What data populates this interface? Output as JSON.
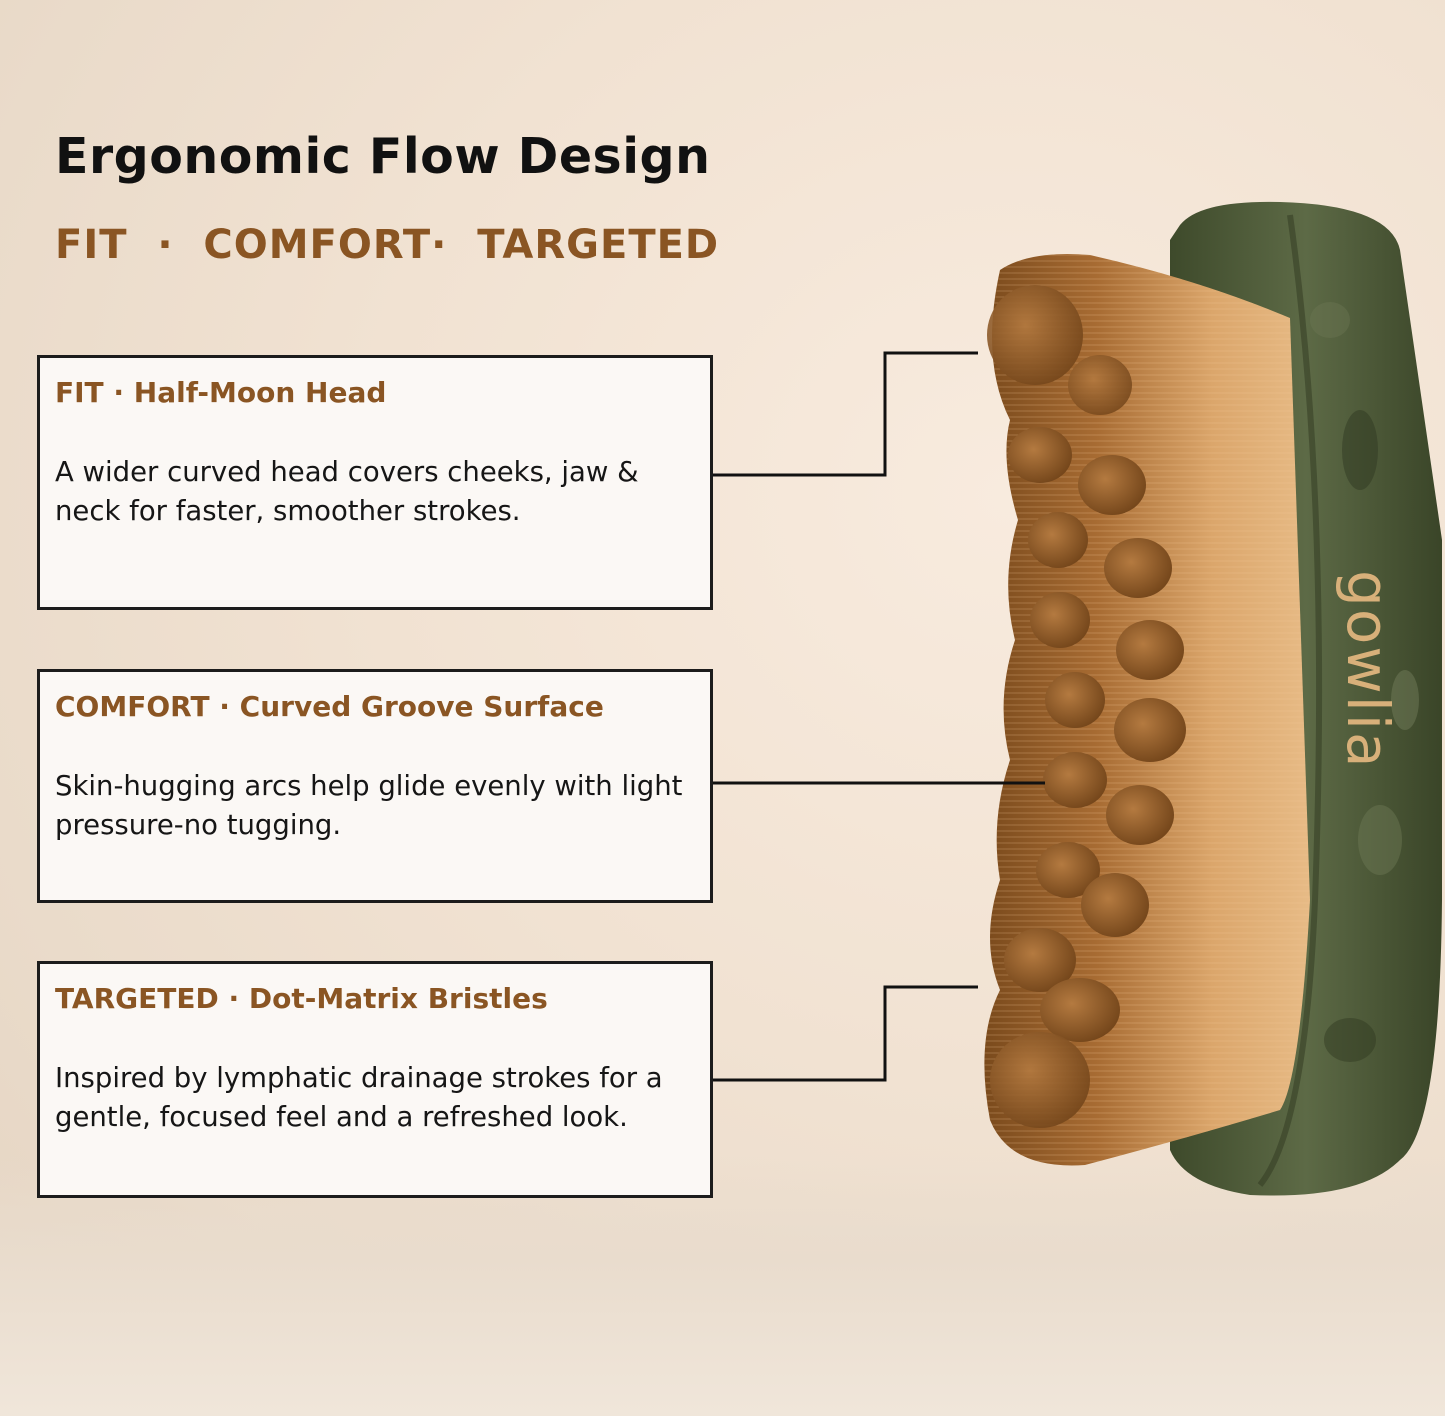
{
  "header": {
    "title": "Ergonomic Flow Design",
    "subtitle": "FIT  ·  COMFORT·  TARGETED"
  },
  "features": [
    {
      "heading": "FIT · Half-Moon Head",
      "body": "A wider curved head covers cheeks, jaw & neck for faster, smoother strokes."
    },
    {
      "heading": "COMFORT · Curved Groove Surface",
      "body": "Skin-hugging arcs help glide evenly with light pressure-no tugging."
    },
    {
      "heading": "TARGETED · Dot-Matrix Bristles",
      "body": "Inspired by lymphatic drainage strokes for a gentle, focused feel and a refreshed look."
    }
  ],
  "product": {
    "brand": "gowlia",
    "colors": {
      "accent": "#8a5523",
      "jade": "#4e5a38",
      "bristle": "#d9a267",
      "brand_text": "#d8b07a"
    }
  }
}
